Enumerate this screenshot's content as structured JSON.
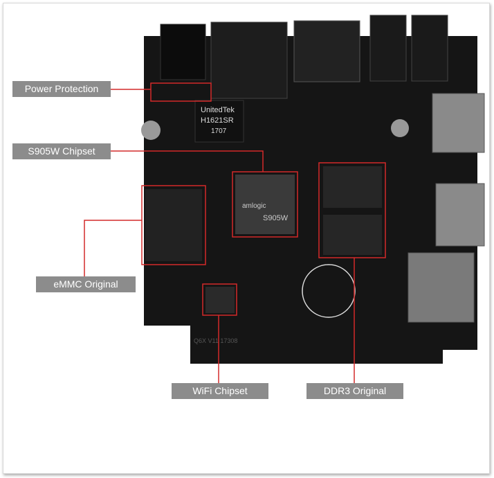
{
  "labels": {
    "power": "Power Protection",
    "soc": "S905W Chipset",
    "emmc": "eMMC Original",
    "wifi": "WiFi Chipset",
    "ddr": "DDR3 Original"
  },
  "board_text": {
    "transformer_brand": "UnitedTek",
    "transformer_model": "H1621SR",
    "transformer_date": "1707",
    "soc_brand": "amlogic",
    "soc_model": "S905W",
    "board_model": "Q6X V11 17308"
  },
  "colors": {
    "highlight": "#d42a2a",
    "label_bg": "#8c8c8c",
    "board": "#151515"
  }
}
